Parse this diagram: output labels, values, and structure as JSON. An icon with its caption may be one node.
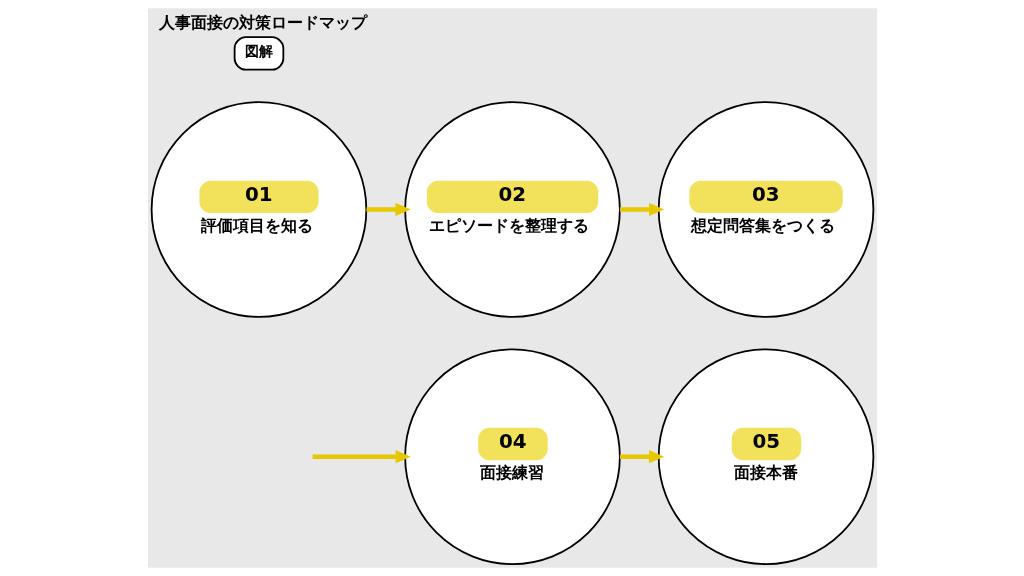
{
  "diagram": {
    "title": "人事面接の対策ロードマップ",
    "nodes": [
      {
        "text": [
          "図解"
        ]
      },
      {
        "text": [
          "01",
          "評価項目を知る"
        ]
      },
      {
        "text": [
          "02",
          "エピソードを整理する"
        ]
      },
      {
        "text": [
          "03",
          "想定問答集をつくる"
        ]
      },
      {
        "text": [
          "04",
          "面接練習"
        ]
      },
      {
        "text": [
          "05",
          "面接本番"
        ]
      }
    ],
    "edges": [
      {
        "from": 1,
        "to": 2,
        "arrow": "to"
      },
      {
        "from": 2,
        "to": 3,
        "arrow": "to"
      },
      {
        "from": null,
        "to": 4,
        "arrow": "to"
      },
      {
        "from": 4,
        "to": 5,
        "arrow": "to"
      }
    ]
  }
}
